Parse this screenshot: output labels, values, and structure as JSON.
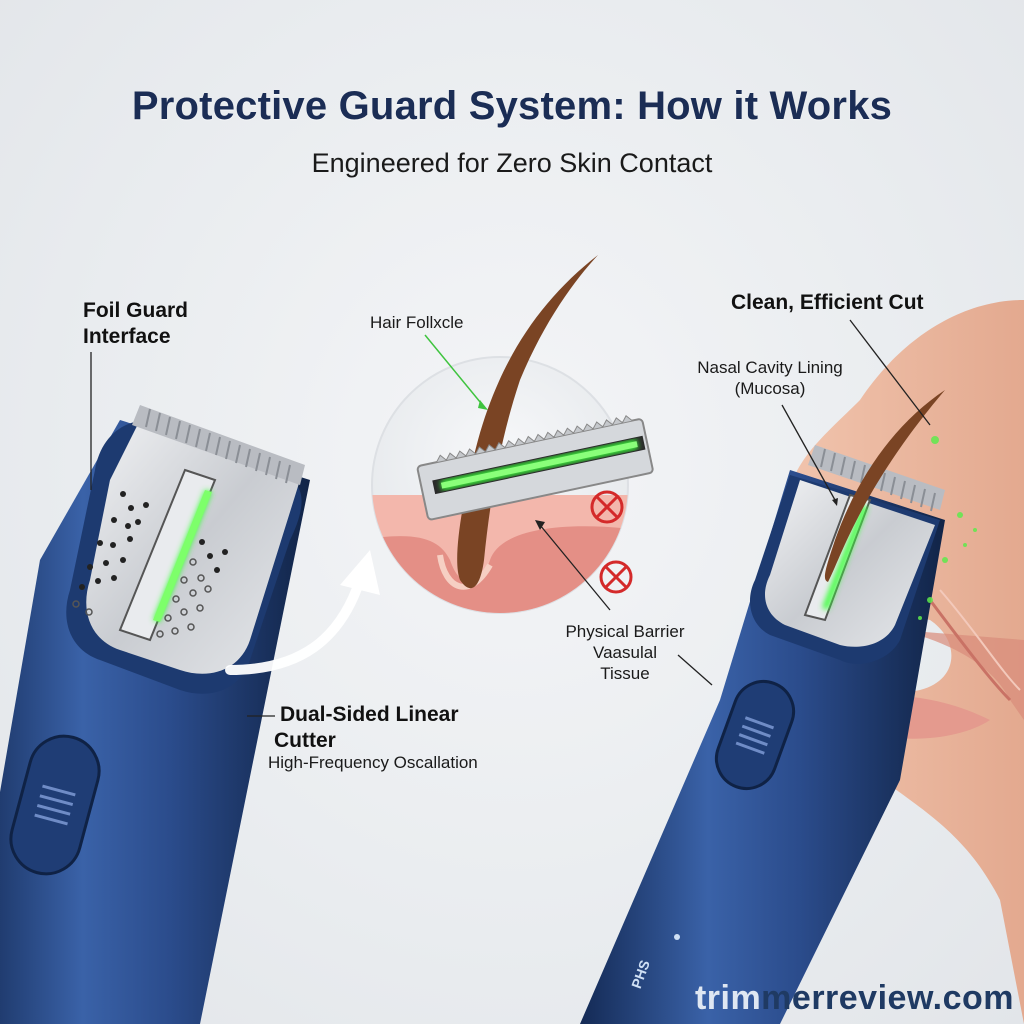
{
  "header": {
    "title": "Protective Guard System: How it Works",
    "subtitle": "Engineered for Zero Skin Contact"
  },
  "labels": {
    "foil_guard": [
      "Foil Guard",
      "Interface"
    ],
    "hair_follicle": "Hair Follxcle",
    "clean_cut": "Clean, Efficient Cut",
    "nasal_lining": [
      "Nasal Cavity Lining",
      "(Mucosa)"
    ],
    "barrier": [
      "Physical Barrier",
      "Vaasulal",
      "Tissue"
    ],
    "cutter": [
      "Dual-Sided Linear",
      "Cutter"
    ],
    "cutter_sub": "High-Frequency Oscallation"
  },
  "device_marking": "PHS",
  "watermark": {
    "first": "trim",
    "rest": "merreview.com"
  },
  "colors": {
    "title": "#1b2d55",
    "trimmer_body": "#2a4a86",
    "glow": "#3cff3c",
    "warning": "#d42a2a",
    "skin": "#e9a79a"
  }
}
